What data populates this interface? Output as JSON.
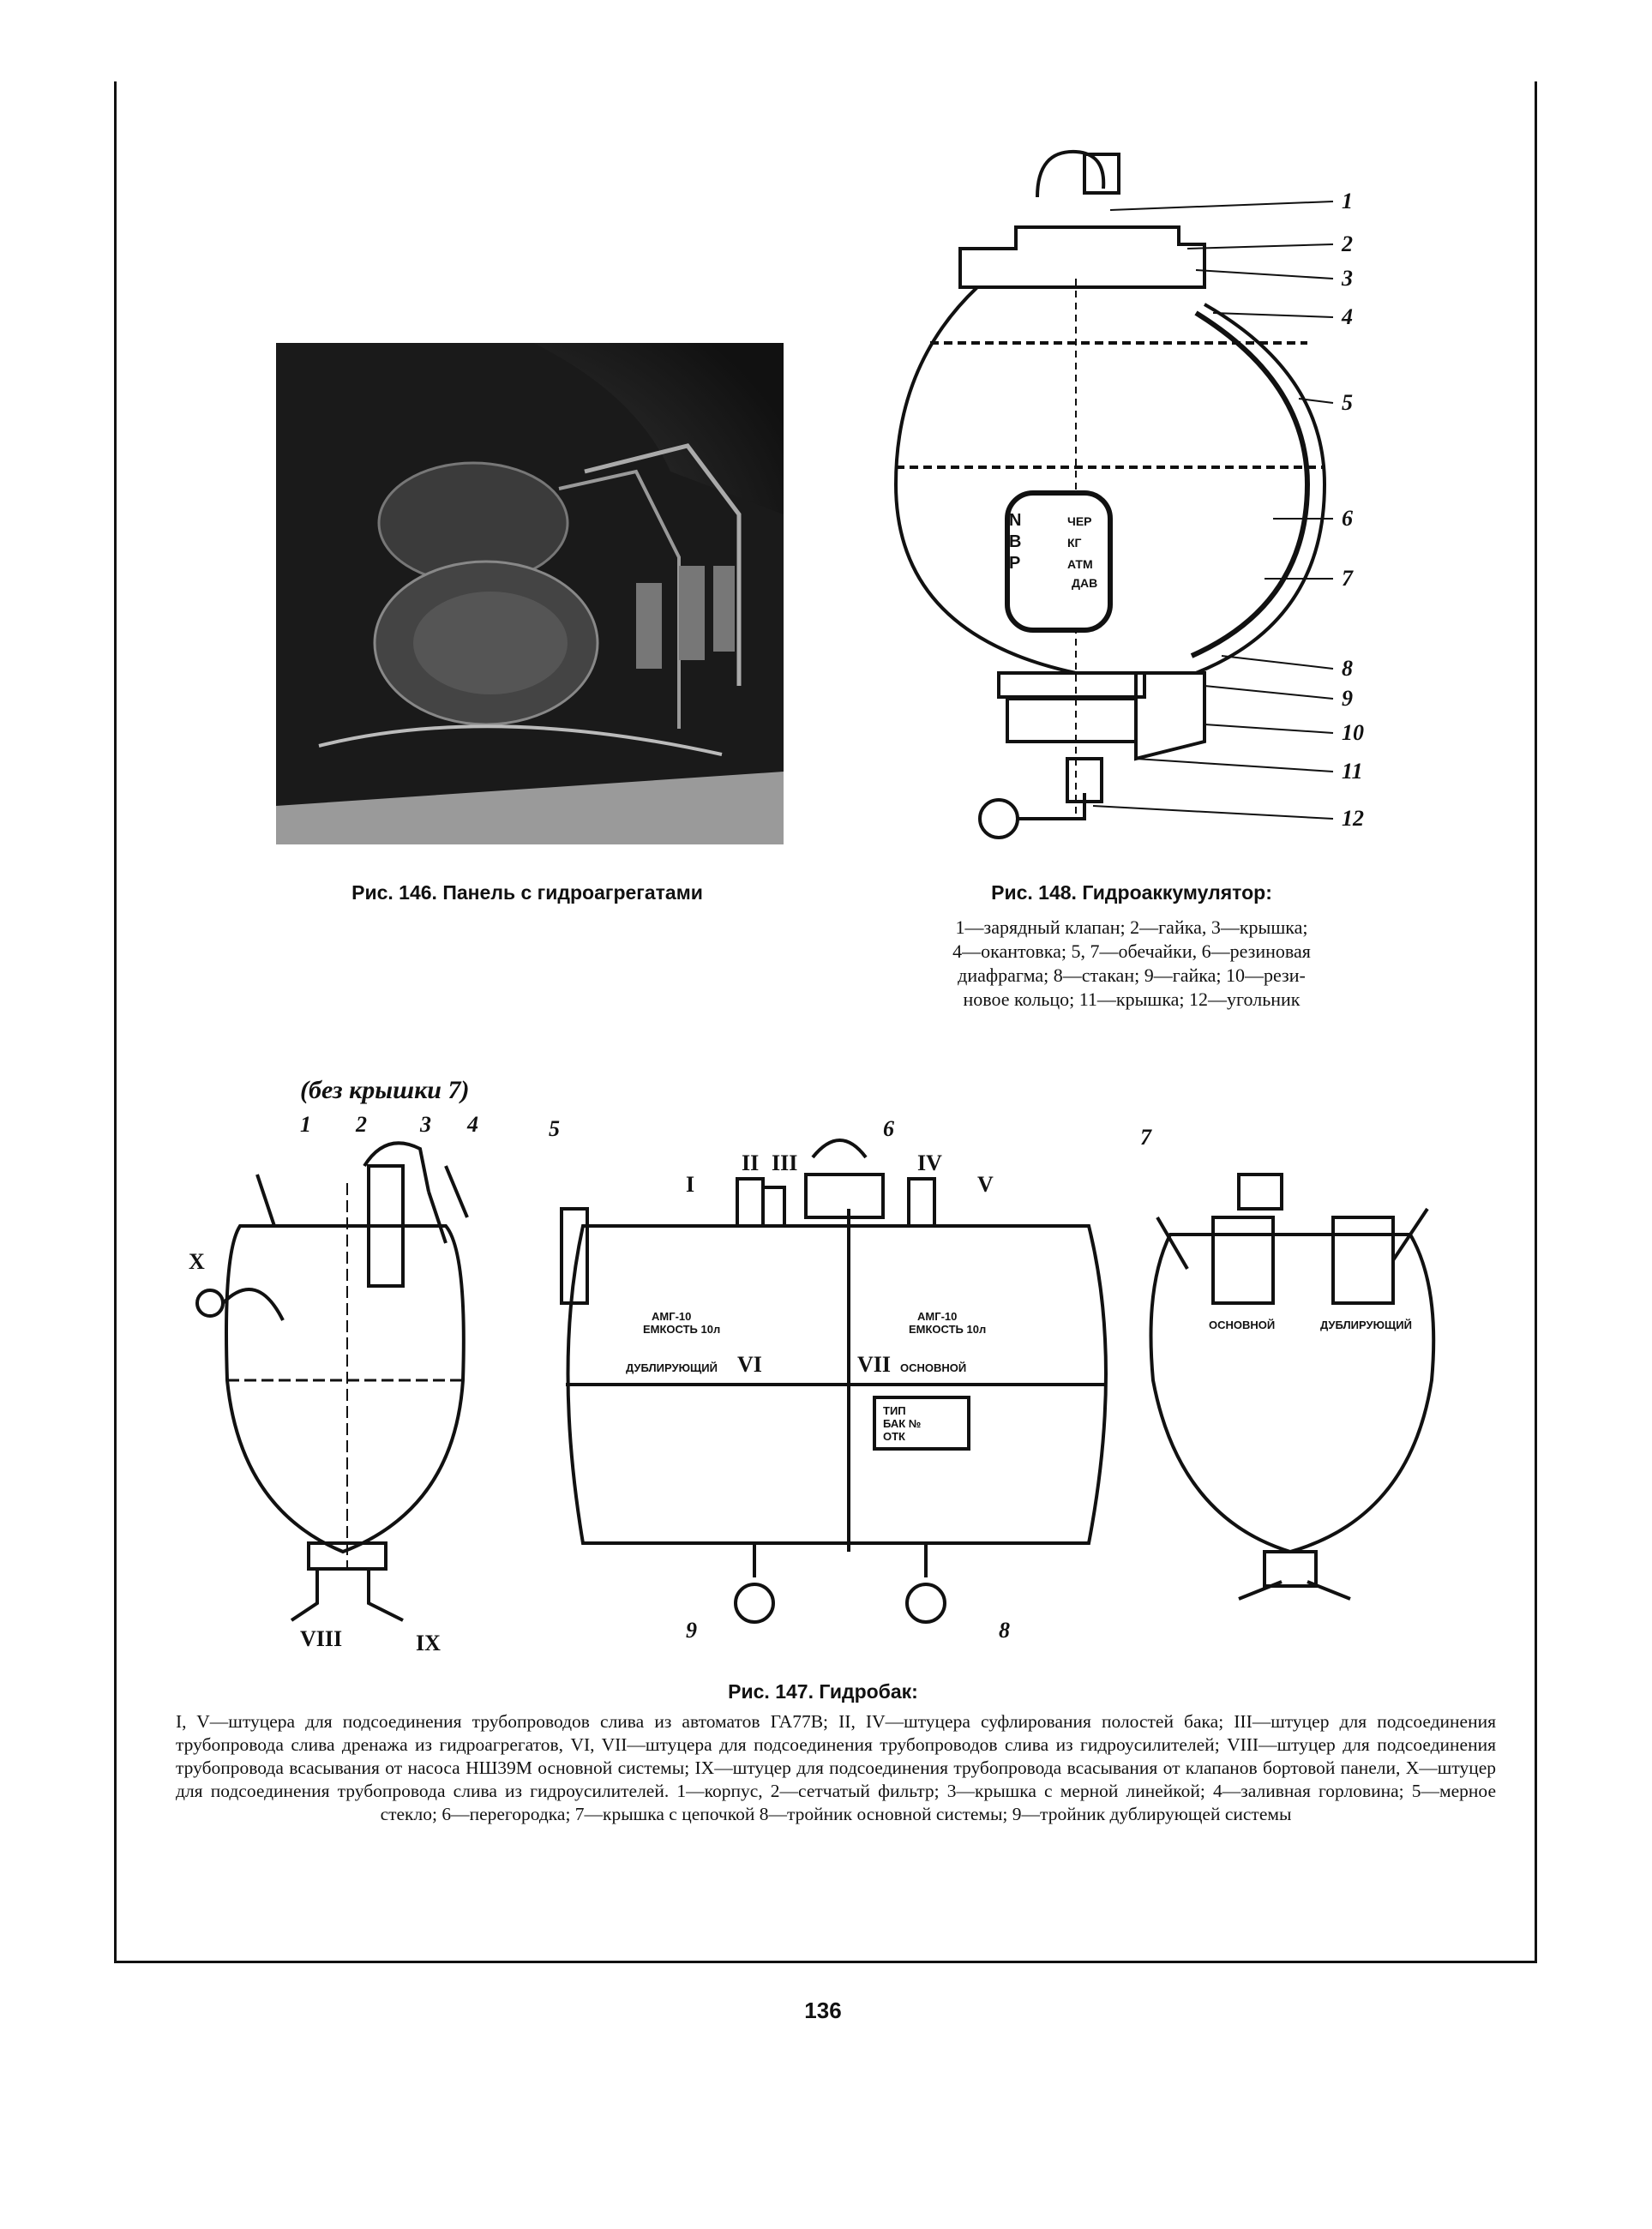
{
  "fig146": {
    "caption": "Рис. 146. Панель с гидроагрегатами"
  },
  "fig148": {
    "caption": "Рис. 148. Гидроаккумулятор:",
    "legend_lines": [
      "1—зарядный клапан; 2—гайка, 3—крышка;",
      "4—окантовка; 5, 7—обечайки, 6—резиновая",
      "диафрагма; 8—стакан; 9—гайка; 10—рези-",
      "новое кольцо; 11—крышка; 12—угольник"
    ],
    "labels": [
      "1",
      "2",
      "3",
      "4",
      "5",
      "6",
      "7",
      "8",
      "9",
      "10",
      "11",
      "12"
    ],
    "gauge_text": [
      "N",
      "В",
      "Р",
      "ЧЕР",
      "КГ",
      "АТМ",
      "ДАВ"
    ]
  },
  "fig147": {
    "note": "(без крышки 7)",
    "caption": "Рис. 147. Гидробак:",
    "desc": "I, V—штуцера для подсоединения трубопроводов слива из автоматов ГА77В; II, IV—штуцера суфлирования полостей бака; III—штуцер для подсоединения трубопровода слива дренажа из гидроагрегатов, VI, VII—штуцера для подсоединения трубопроводов слива из гидроусилителей; VIII—штуцер для подсоединения трубопровода всасывания от насоса НШ39М основной системы; IX—штуцер для подсоединения трубопровода всасывания от клапанов бортовой панели, X—штуцер для подсоединения трубопровода слива из гидроусилителей. 1—корпус, 2—сетчатый фильтр; 3—крышка с мерной линейкой; 4—заливная горловина; 5—мерное стекло; 6—перегородка; 7—крышка с цепочкой 8—тройник основной системы; 9—тройник дублирующей системы",
    "left_labels": [
      "1",
      "2",
      "3",
      "4",
      "X",
      "VIII",
      "IX"
    ],
    "middle_labels": [
      "5",
      "6",
      "I",
      "II",
      "III",
      "IV",
      "V",
      "VI",
      "VII",
      "9",
      "8"
    ],
    "right_labels": [
      "7"
    ],
    "tank_text": [
      "АМГ-10",
      "ЕМКОСТЬ 10л",
      "АМГ-10",
      "ЕМКОСТЬ 10л",
      "ДУБЛИРУЮЩИЙ",
      "ОСНОВНОЙ",
      "ТИП",
      "БАК №",
      "ОТК"
    ],
    "right_text": [
      "ОСНОВНОЙ",
      "ДУБЛИРУЮЩИЙ"
    ]
  },
  "page_number": "136"
}
